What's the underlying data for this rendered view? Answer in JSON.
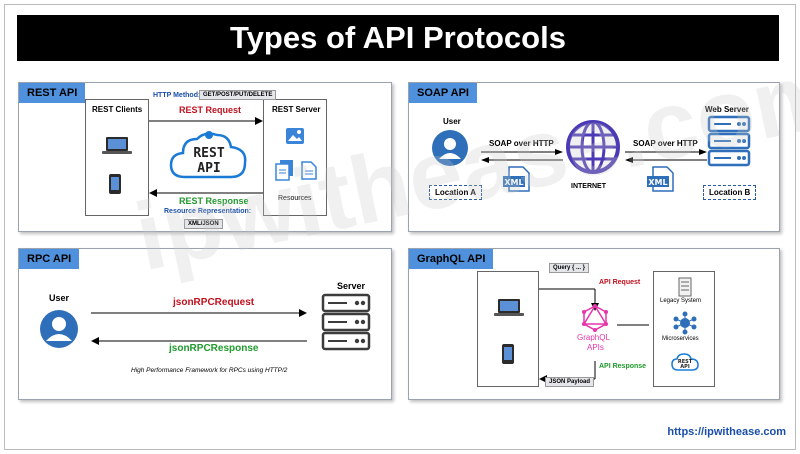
{
  "title": "Types of API Protocols",
  "footer_url": "https://ipwithease.com",
  "watermark": "ipwithease.com",
  "rest": {
    "tab": "REST API",
    "clients": "REST Clients",
    "server": "REST Server",
    "http_method_label": "HTTP Method:",
    "http_method_value": "GET/POST/PUT/DELETE",
    "request": "REST Request",
    "response": "REST Response",
    "representation_label": "Resource Representation:",
    "representation_value": "XML/JSON",
    "cloud_text": "REST\nAPI",
    "resources": "Resources"
  },
  "soap": {
    "tab": "SOAP API",
    "user": "User",
    "web_server": "Web Server",
    "left_transport": "SOAP over HTTP",
    "right_transport": "SOAP over HTTP",
    "internet": "INTERNET",
    "xml_left": "XML",
    "xml_right": "XML",
    "location_a": "Location A",
    "location_b": "Location B"
  },
  "rpc": {
    "tab": "RPC API",
    "user": "User",
    "server": "Server",
    "request": "jsonRPCRequest",
    "response": "jsonRPCResponse",
    "caption": "High Performance Framework for RPCs using HTTP/2"
  },
  "graphql": {
    "tab": "GraphQL API",
    "query": "Query { ... }",
    "request": "API Request",
    "response": "API Response",
    "logo_text": "GraphQL",
    "logo_sub": "APIs",
    "legacy": "Legacy System",
    "microservices": "Microservices",
    "rest_icon_text": "REST API",
    "payload": "JSON Payload"
  },
  "colors": {
    "panel_tab": "#4f91dc",
    "request_red": "#c0111e",
    "response_green": "#1f9a2c",
    "link_blue": "#1a4ea8",
    "graphql_pink": "#e535ab",
    "globe_purple": "#4a3ab5"
  }
}
